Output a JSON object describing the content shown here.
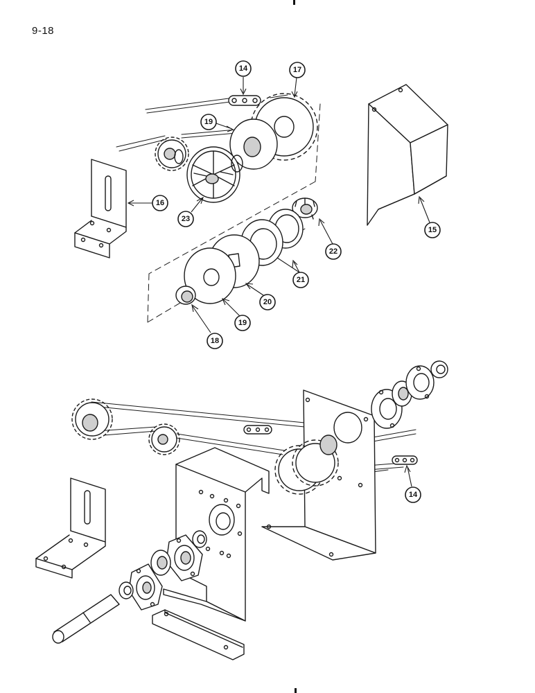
{
  "page": {
    "number": "9-18"
  },
  "callouts": [
    {
      "id": "c14a",
      "label": "14"
    },
    {
      "id": "c17",
      "label": "17"
    },
    {
      "id": "c19a",
      "label": "19"
    },
    {
      "id": "c16",
      "label": "16"
    },
    {
      "id": "c23",
      "label": "23"
    },
    {
      "id": "c22",
      "label": "22"
    },
    {
      "id": "c15",
      "label": "15"
    },
    {
      "id": "c21",
      "label": "21"
    },
    {
      "id": "c20",
      "label": "20"
    },
    {
      "id": "c19b",
      "label": "19"
    },
    {
      "id": "c18",
      "label": "18"
    },
    {
      "id": "c14b",
      "label": "14"
    }
  ]
}
